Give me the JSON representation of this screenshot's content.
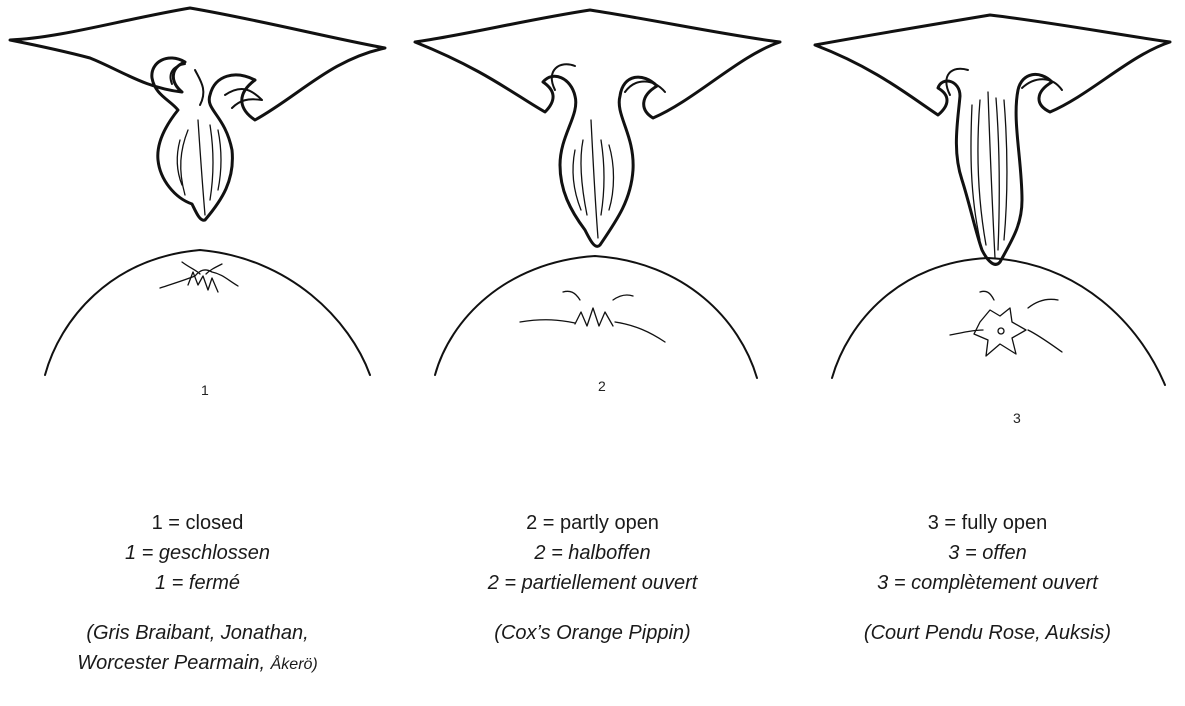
{
  "panels": [
    {
      "number": "1",
      "caption_en": "1 = closed",
      "caption_de": "1 = geschlossen",
      "caption_fr": "1 = fermé",
      "varieties_line1": "(Gris Braibant, Jonathan,",
      "varieties_line2_a": "Worcester Pearmain, ",
      "varieties_line2_b": "Åkerö)"
    },
    {
      "number": "2",
      "caption_en": "2 = partly open",
      "caption_de": "2 = halboffen",
      "caption_fr": "2 = partiellement ouvert",
      "varieties_line1": "(Cox’s Orange Pippin)"
    },
    {
      "number": "3",
      "caption_en": "3 = fully open",
      "caption_de": "3 = offen",
      "caption_fr": "3 = complètement ouvert",
      "varieties_line1": "(Court Pendu Rose, Auksis)"
    }
  ]
}
